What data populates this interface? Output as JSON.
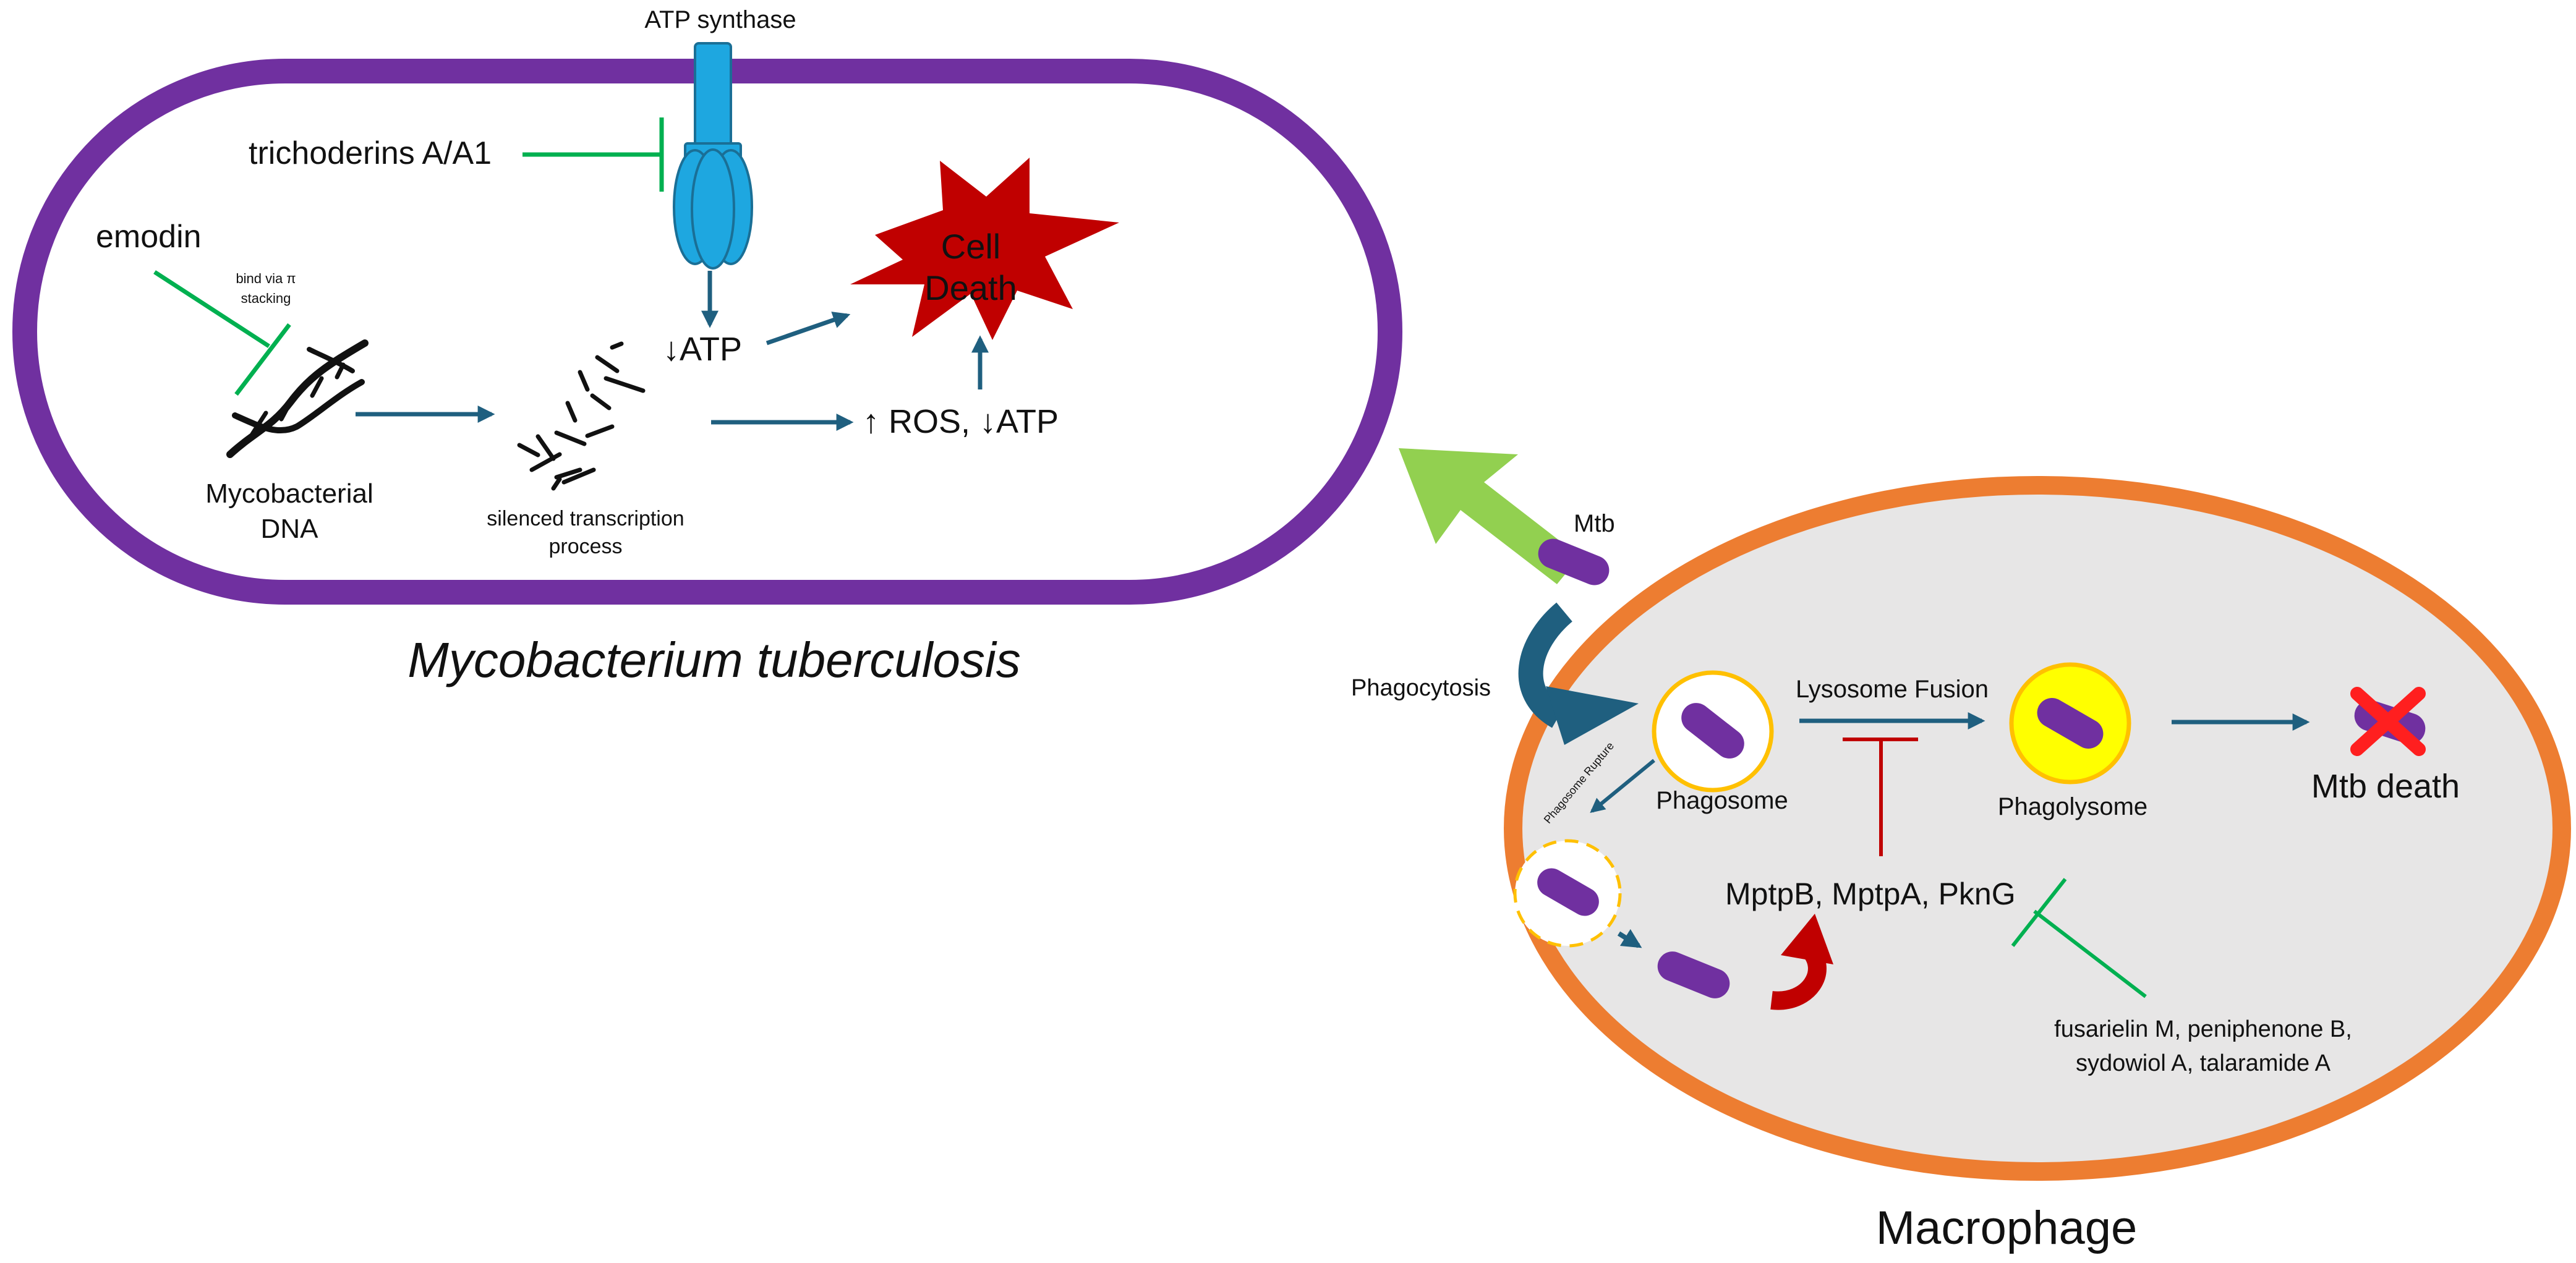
{
  "mtb_cell": {
    "title": "Mycobacterium tuberculosis",
    "atp_synthase": "ATP synthase",
    "trichoderins": "trichoderins A/A1",
    "emodin": "emodin",
    "bind_note_1": "bind via π",
    "bind_note_2": "stacking",
    "dna_label_1": "Mycobacterial",
    "dna_label_2": "DNA",
    "silenced_1": "silenced transcription",
    "silenced_2": "process",
    "atp_down": "↓ATP",
    "ros": "↑ ROS, ↓ATP",
    "cell_death_1": "Cell",
    "cell_death_2": "Death"
  },
  "macrophage": {
    "title": "Macrophage",
    "mtb": "Mtb",
    "phagocytosis": "Phagocytosis",
    "phagosome": "Phagosome",
    "lysosome_fusion": "Lysosome Fusion",
    "phagolysosome": "Phagolysome",
    "mtb_death": "Mtb death",
    "phagosome_rupture": "Phagosome Rupture",
    "inhibitors": "MptpB, MptpA, PknG",
    "compounds_1": "fusarielin M, peniphenone B,",
    "compounds_2": "sydowiol A, talaramide A"
  },
  "colors": {
    "mtb_membrane": "#7030a0",
    "macrophage_membrane": "#ed7d31",
    "macrophage_fill": "#e7e6e6",
    "arrow_blue": "#1f5f7f",
    "inhibit_green": "#00b050",
    "inhibit_red": "#c00000",
    "atp_synthase_blue": "#1ea7e0",
    "big_arrow_green": "#92d050",
    "phagosome_ring": "#ffc000",
    "phagolysosome_fill": "#ffff00"
  }
}
